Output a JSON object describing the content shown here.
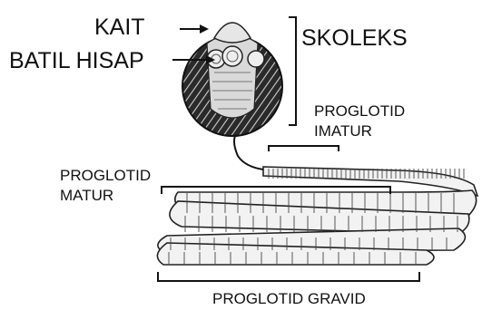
{
  "diagram": {
    "labels": {
      "kait": "KAIT",
      "batil_hisap": "BATIL HISAP",
      "skoleks": "SKOLEKS",
      "proglotid_imatur_line1": "PROGLOTID",
      "proglotid_imatur_line2": "IMATUR",
      "proglotid_matur_line1": "PROGLOTID",
      "proglotid_matur_line2": "MATUR",
      "proglotid_gravid": "PROGLOTID GRAVID"
    },
    "colors": {
      "ink": "#111111",
      "scolex_dark": "#2a2a2a",
      "segment_fill": "#f2f2f2"
    }
  }
}
